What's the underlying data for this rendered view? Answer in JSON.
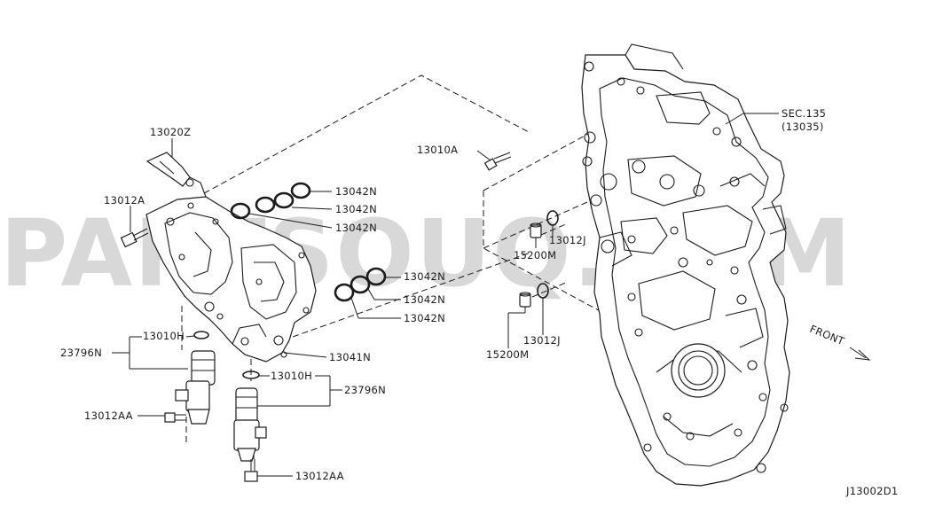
{
  "diagram": {
    "watermark": "PARTSOUQ.COM",
    "code": "J13002D1",
    "front_label": "FRONT",
    "sec_ref": "SEC.135",
    "sec_ref_sub": "(13035)",
    "callouts": {
      "c13020Z": "13020Z",
      "c13012A": "13012A",
      "c13042N_1": "13042N",
      "c13042N_2": "13042N",
      "c13042N_3": "13042N",
      "c13042N_4": "13042N",
      "c13042N_5": "13042N",
      "c13042N_6": "13042N",
      "c13010A": "13010A",
      "c13012J_1": "13012J",
      "c15200M_1": "15200M",
      "c13012J_2": "13012J",
      "c15200M_2": "15200M",
      "c13010H_1": "13010H",
      "c23796N_1": "23796N",
      "c13041N": "13041N",
      "c13010H_2": "13010H",
      "c23796N_2": "23796N",
      "c13012AA_1": "13012AA",
      "c13012AA_2": "13012AA"
    }
  },
  "colors": {
    "line": "#1a1a1a",
    "watermark": "#d8d8d8",
    "background": "#ffffff"
  }
}
